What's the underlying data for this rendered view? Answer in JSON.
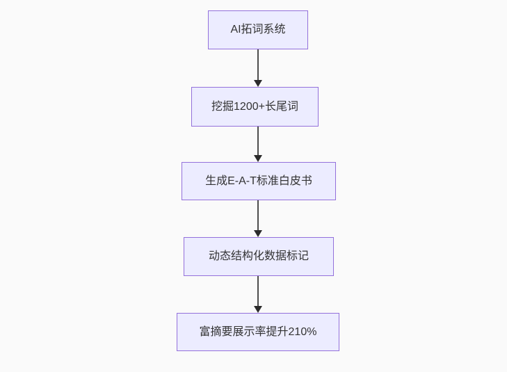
{
  "colors": {
    "bg": "#fafafa",
    "node-fill": "#ECECFF",
    "node-border": "#9370DB",
    "text": "#333333",
    "arrow-line": "#4d4d4d",
    "arrow-head": "#2b2b2b"
  },
  "diagram": {
    "type": "flowchart",
    "direction": "top-down",
    "nodes": [
      {
        "id": "A",
        "label": "AI拓词系统"
      },
      {
        "id": "B",
        "label": "挖掘1200+长尾词"
      },
      {
        "id": "C",
        "label": "生成E-A-T标准白皮书"
      },
      {
        "id": "D",
        "label": "动态结构化数据标记"
      },
      {
        "id": "E",
        "label": "富摘要展示率提升210%"
      }
    ],
    "edges": [
      {
        "from": "A",
        "to": "B"
      },
      {
        "from": "B",
        "to": "C"
      },
      {
        "from": "C",
        "to": "D"
      },
      {
        "from": "D",
        "to": "E"
      }
    ]
  }
}
